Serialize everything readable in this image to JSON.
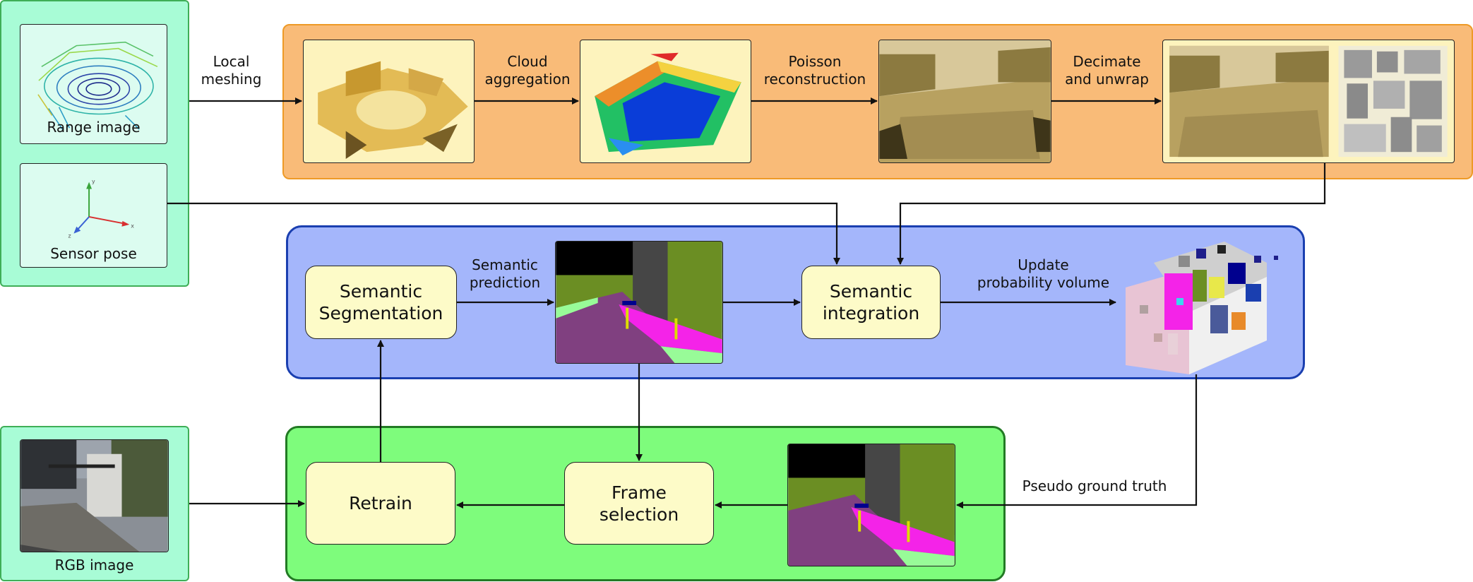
{
  "inputs": {
    "range_image": "Range image",
    "sensor_pose": "Sensor pose",
    "rgb_image": "RGB image",
    "axes": {
      "x": "x",
      "y": "y",
      "z": "z"
    }
  },
  "mesh_pipeline": {
    "local_meshing": "Local\nmeshing",
    "cloud_aggregation": "Cloud\naggregation",
    "poisson_reconstruction": "Poisson\nreconstruction",
    "decimate_unwrap": "Decimate\nand unwrap"
  },
  "semantic_pipeline": {
    "semantic_segmentation": "Semantic\nSegmentation",
    "semantic_prediction": "Semantic\nprediction",
    "semantic_integration": "Semantic\nintegration",
    "update_probability_volume": "Update\nprobability volume"
  },
  "training_pipeline": {
    "retrain": "Retrain",
    "frame_selection": "Frame\nselection",
    "pseudo_ground_truth": "Pseudo ground truth"
  },
  "colors": {
    "input_panel": "#a8fcd6",
    "mesh_panel": "#f9bb78",
    "semantic_panel": "#a4b6fb",
    "training_panel": "#7efc7c",
    "process_box": "#fdfbc8"
  }
}
